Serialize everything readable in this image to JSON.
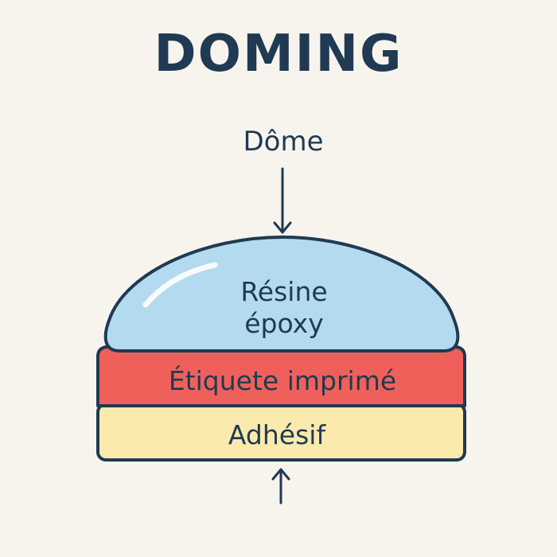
{
  "title": "DOMING",
  "top_label": "Dôme",
  "layers": {
    "resin_line1": "Résine",
    "resin_line2": "époxy",
    "label": "Étiquete imprimé",
    "adhesive": "Adhésif"
  },
  "colors": {
    "background": "#f7f4ee",
    "ink": "#1f3a52",
    "resin": "#b4daf0",
    "label": "#f0605a",
    "adhesive": "#fbeaad",
    "highlight": "#ffffff"
  }
}
